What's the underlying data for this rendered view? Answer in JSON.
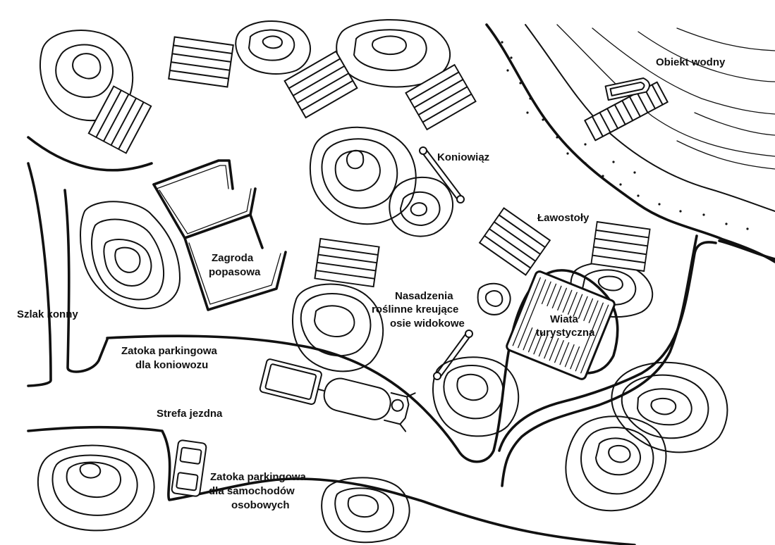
{
  "map": {
    "labels": {
      "water_object": "Obiekt wodny",
      "hitching_post": "Koniowiąz",
      "bench_tables": "Ławostoły",
      "paddock_line1": "Zagroda",
      "paddock_line2": "popasowa",
      "planting_line1": "Nasadzenia",
      "planting_line2": "roślinne kreujące",
      "planting_line3": "osie widokowe",
      "shelter_line1": "Wiata",
      "shelter_line2": "turystyczna",
      "horse_trail": "Szlak konny",
      "cart_bay_line1": "Zatoka parkingowa",
      "cart_bay_line2": "dla koniowozu",
      "riding_zone": "Strefa jezdna",
      "car_bay_line1": "Zatoka parkingowa",
      "car_bay_line2": "dla samochodów",
      "car_bay_line3": "osobowych"
    },
    "icons": [
      "tree-icon",
      "bench-table-icon",
      "boat-icon",
      "pier-icon",
      "horse-trailer-icon",
      "car-icon",
      "hitching-post-icon",
      "shelter-icon",
      "paddock-icon"
    ]
  }
}
